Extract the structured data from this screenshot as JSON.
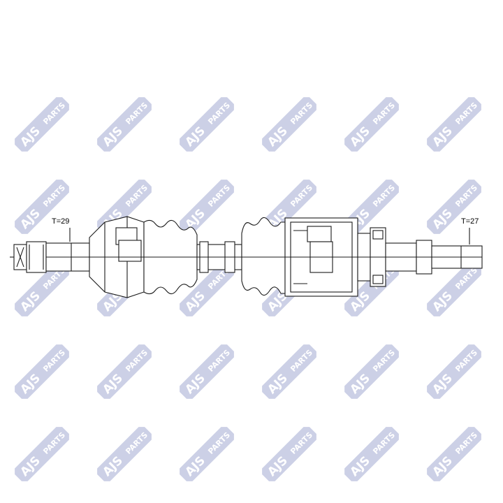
{
  "watermark": {
    "brand": "AJS",
    "sub": "PARTS",
    "color": "#1e2f8f",
    "logo_rows": 5,
    "logo_cols": 6
  },
  "labels": {
    "left_spline": "T=29",
    "right_spline": "T=27"
  },
  "colors": {
    "line": "#1a1a1a",
    "background": "#ffffff"
  }
}
